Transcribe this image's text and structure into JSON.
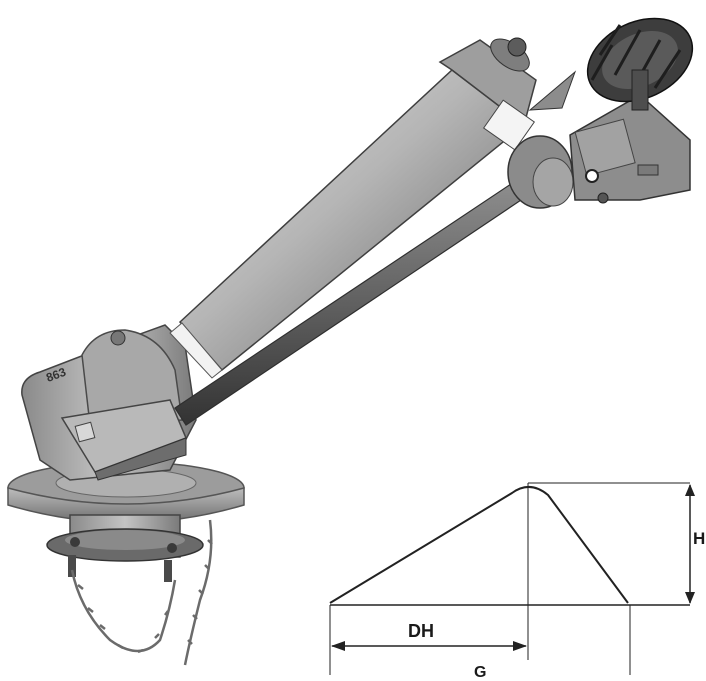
{
  "figure": {
    "colors": {
      "metal_light": "#c9c9c9",
      "metal_mid": "#9a9a9a",
      "metal_dark": "#555555",
      "diagram_line": "#222222"
    }
  },
  "trajectory_diagram": {
    "label_height": "H",
    "label_distance_to_peak": "DH",
    "label_total_range": "G"
  },
  "sprinkler": {
    "body_marking": "863"
  }
}
